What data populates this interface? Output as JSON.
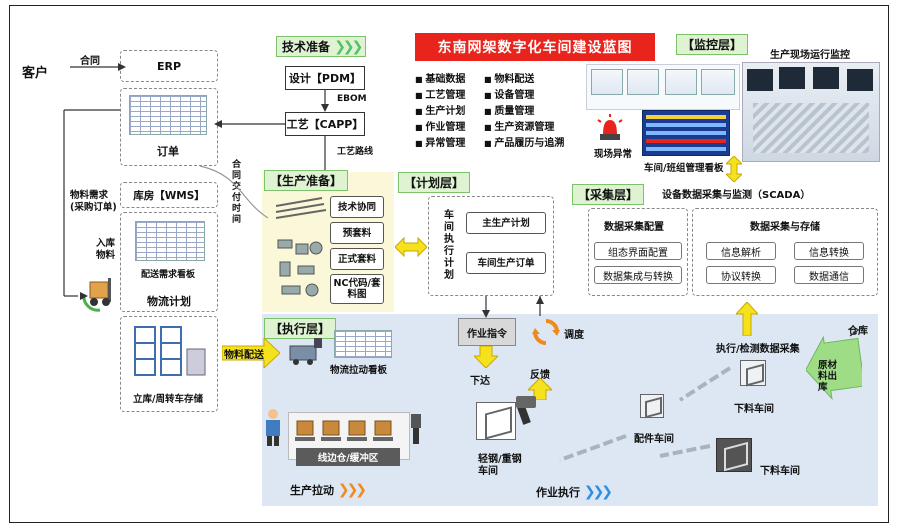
{
  "title": "东南网架数字化车间建设蓝图",
  "left": {
    "customer": "客户",
    "contract": "合同",
    "erp": "ERP",
    "order": "订单",
    "contract_delivery": "合同交付时间",
    "material_demand": "物料需求(采购订单)",
    "wms": "库房【WMS】",
    "inbound_material": "入库物料",
    "dispatch_board": "配送需求看板",
    "logistics_plan": "物流计划",
    "storage": "立库/周转车存储",
    "material_delivery": "物料配送"
  },
  "tech": {
    "label": "技术准备",
    "pdm": "设计【PDM】",
    "ebom": "EBOM",
    "capp": "工艺【CAPP】",
    "route": "工艺路线"
  },
  "features": [
    "基础数据",
    "工艺管理",
    "生产计划",
    "作业管理",
    "异常管理",
    "物料配送",
    "设备管理",
    "质量管理",
    "生产资源管理",
    "产品履历与追溯"
  ],
  "prep": {
    "label": "【生产准备】",
    "items": [
      "技术协同",
      "预套料",
      "正式套料",
      "NC代码/套料图"
    ]
  },
  "plan": {
    "label": "【计划层】",
    "vertical": "车间执行计划",
    "master": "主生产计划",
    "order": "车间生产订单"
  },
  "monitor": {
    "label": "【监控层】",
    "site": "生产现场运行监控",
    "anomaly": "现场异常",
    "board": "车间/班组管理看板",
    "scada": "设备数据采集与监测（SCADA）"
  },
  "collect": {
    "label": "【采集层】",
    "config_title": "数据采集配置",
    "config_items": [
      "组态界面配置",
      "数据集成与转换"
    ],
    "store_title": "数据采集与存储",
    "store_items": [
      "信息解析",
      "信息转换",
      "协议转换",
      "数据通信"
    ]
  },
  "exec": {
    "label": "【执行层】",
    "logistics_board": "物流拉动看板",
    "work_order": "作业指令",
    "dispatch": "调度",
    "issue": "下达",
    "feedback": "反馈",
    "exec_collect": "执行/检测数据采集",
    "warehouse": "仓库",
    "raw_out": "原材料出库",
    "cut1": "下料车间",
    "parts": "配件车间",
    "cut2": "下料车间",
    "steel": "轻钢/重钢车间",
    "buffer": "线边仓/缓冲区",
    "pull": "生产拉动",
    "run": "作业执行"
  }
}
